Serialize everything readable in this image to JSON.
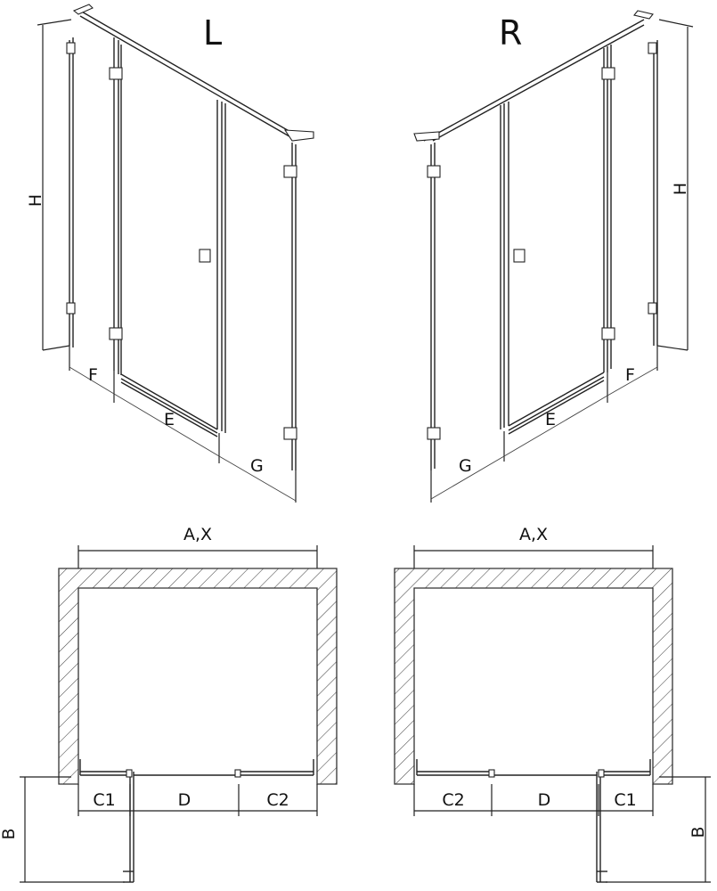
{
  "variants": {
    "left": {
      "label": "L"
    },
    "right": {
      "label": "R"
    }
  },
  "dimensions": {
    "height": "H",
    "fixed_panel": "F",
    "door": "E",
    "side_panel": "G",
    "width": "A,X",
    "left_clearance": "C1",
    "opening": "D",
    "right_clearance": "C2",
    "door_swing": "B"
  }
}
